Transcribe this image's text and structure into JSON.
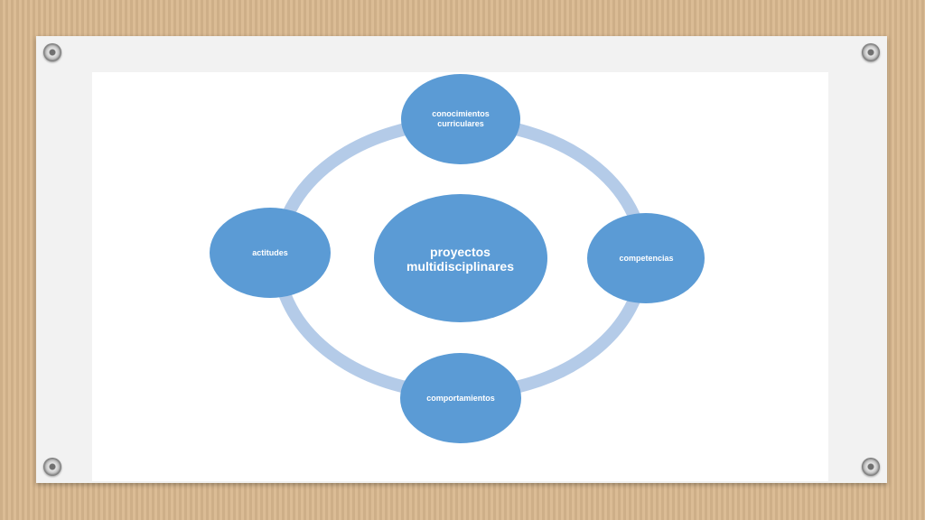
{
  "colors": {
    "node_fill": "#5b9bd5",
    "ring": "#b4cbe8",
    "node_text": "#ffffff"
  },
  "diagram": {
    "center": {
      "label": "proyectos\nmultidisciplinares"
    },
    "nodes": {
      "top": {
        "label": "conocimientos\ncurriculares"
      },
      "right": {
        "label": "competencias"
      },
      "bottom": {
        "label": "comportamientos"
      },
      "left": {
        "label": "actitudes"
      }
    }
  }
}
